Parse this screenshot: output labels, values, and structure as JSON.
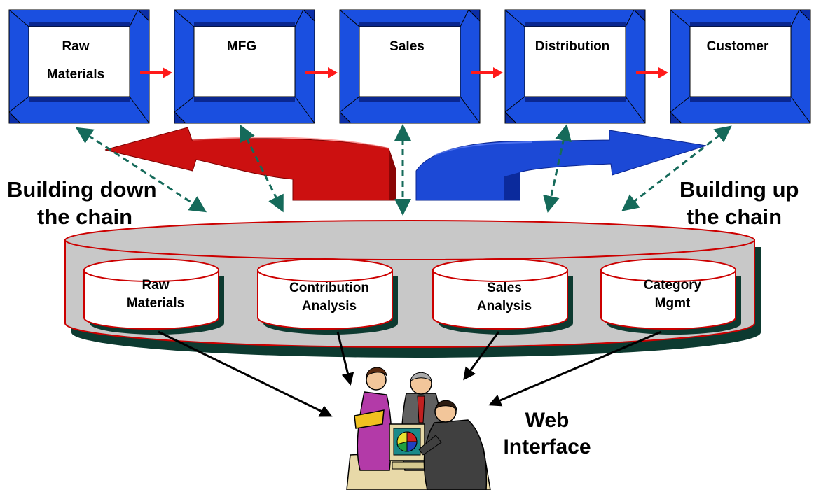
{
  "colors": {
    "frame_front": "#1a4fe0",
    "frame_side": "#0b2ea8",
    "frame_dark": "#0a2790",
    "flow_arrow": "#ff1a1a",
    "red_arrow": "#cc1010",
    "blue_arrow": "#1c49d6",
    "dashed_arrow": "#156a5a",
    "platter_fill": "#c8c8c8",
    "platter_edge": "#cc0000",
    "platter_shadow": "#0d3a30"
  },
  "stages": [
    {
      "lines": [
        "Raw",
        "Materials"
      ]
    },
    {
      "lines": [
        "MFG"
      ]
    },
    {
      "lines": [
        "Sales"
      ]
    },
    {
      "lines": [
        "Distribution"
      ]
    },
    {
      "lines": [
        "Customer"
      ]
    }
  ],
  "databases": [
    {
      "lines": [
        "Raw",
        "Materials"
      ]
    },
    {
      "lines": [
        "Contribution",
        "Analysis"
      ]
    },
    {
      "lines": [
        "Sales",
        "Analysis"
      ]
    },
    {
      "lines": [
        "Category",
        "Mgmt"
      ]
    }
  ],
  "left_label": {
    "line1": "Building down",
    "line2": "the chain"
  },
  "right_label": {
    "line1": "Building up",
    "line2": "the chain"
  },
  "web_label": {
    "line1": "Web",
    "line2": "Interface"
  },
  "icons": {
    "people": "people-at-computer-icon",
    "pie": "pie-chart-icon"
  }
}
